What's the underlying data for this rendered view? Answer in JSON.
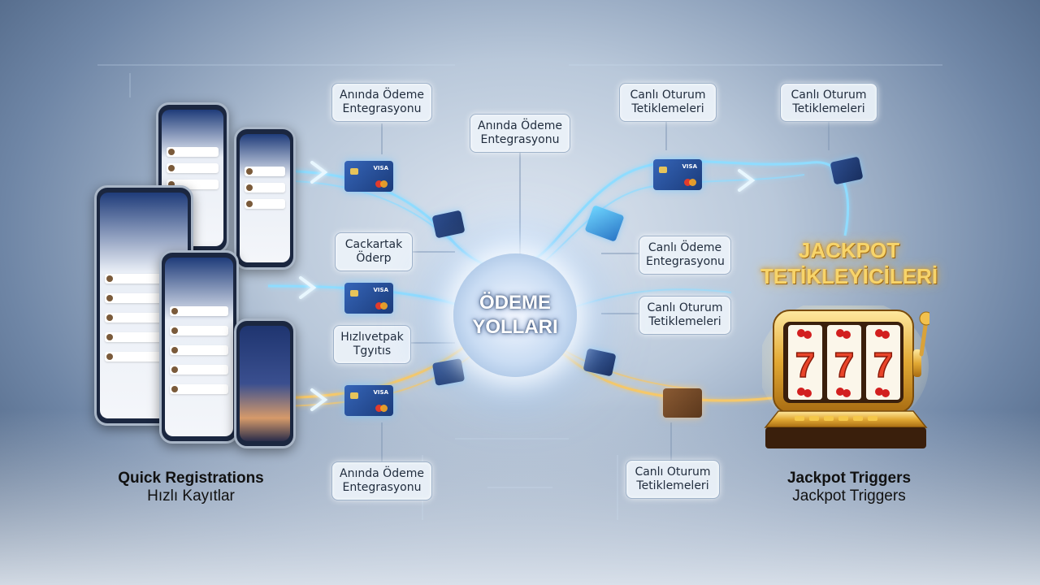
{
  "hub": {
    "line1": "ÖDEME",
    "line2": "YOLLARI"
  },
  "tags": {
    "t1": [
      "Anında Ödeme",
      "Entegrasyonu"
    ],
    "t2": [
      "Anında Ödeme",
      "Entegrasyonu"
    ],
    "t3": [
      "Canlı Oturum",
      "Tetiklemeleri"
    ],
    "t4": [
      "Canlı Oturum",
      "Tetiklemeleri"
    ],
    "t5": [
      "Cackartak",
      "Öderp"
    ],
    "t6": [
      "Canlı Ödeme",
      "Entegrasyonu"
    ],
    "t7": [
      "Canlı Oturum",
      "Tetiklemeleri"
    ],
    "t8": [
      "Hızlıvetpak",
      "Tgyıtıs"
    ],
    "t9": [
      "Anında Ödeme",
      "Entegrasyonu"
    ],
    "t10": [
      "Canlı Oturum",
      "Tetiklemeleri"
    ]
  },
  "jackpot_title": [
    "JACKPOT",
    "TETİKLEYİCİLERİ"
  ],
  "left_caption": {
    "bold": "Quick Registrations",
    "normal": "Hızlı Kayıtlar"
  },
  "right_caption": {
    "bold": "Jackpot Triggers",
    "normal": "Jackpot Triggers"
  },
  "slot_reels": [
    "7",
    "7",
    "7"
  ],
  "card_brand": "VISA",
  "colors": {
    "accent_blue": "#7fd3ff",
    "accent_gold": "#f2c14e",
    "text": "#1f2b3c"
  }
}
